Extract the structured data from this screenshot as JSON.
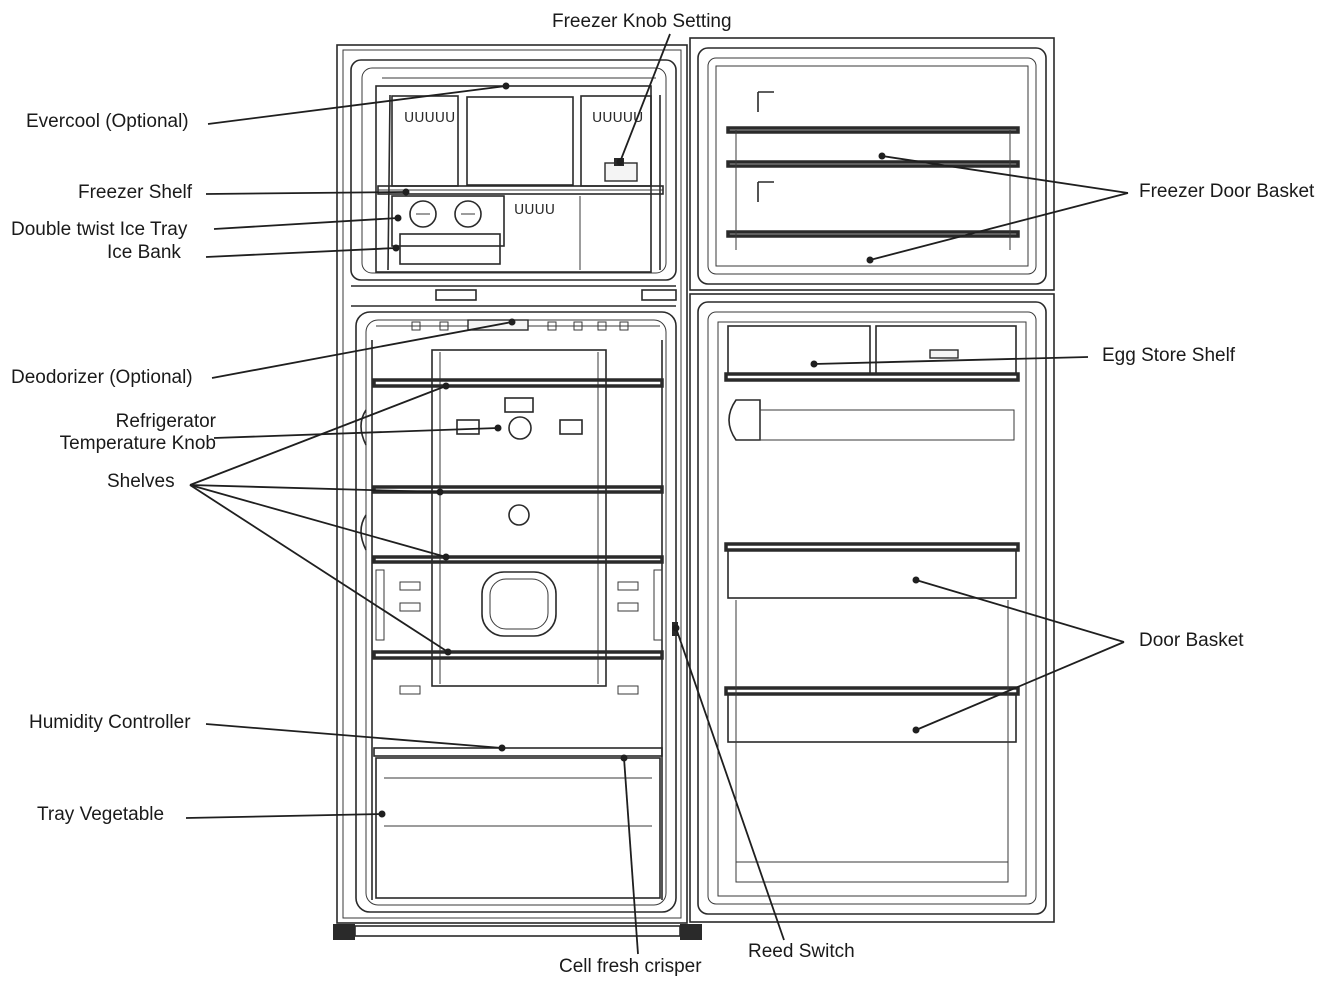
{
  "labels": {
    "freezer_knob_setting": "Freezer Knob Setting",
    "evercool": "Evercool (Optional)",
    "freezer_shelf": "Freezer Shelf",
    "double_twist_ice_tray": "Double twist  Ice Tray",
    "ice_bank": "Ice Bank",
    "deodorizer": "Deodorizer (Optional)",
    "refrigerator_line1": "Refrigerator",
    "refrigerator_line2": "Temperature Knob",
    "shelves": "Shelves",
    "humidity_controller": "Humidity Controller",
    "tray_vegetable": "Tray Vegetable",
    "cell_fresh_crisper": "Cell fresh crisper",
    "reed_switch": "Reed Switch",
    "freezer_door_basket": "Freezer Door Basket",
    "egg_store_shelf": "Egg Store Shelf",
    "door_basket": "Door Basket"
  }
}
